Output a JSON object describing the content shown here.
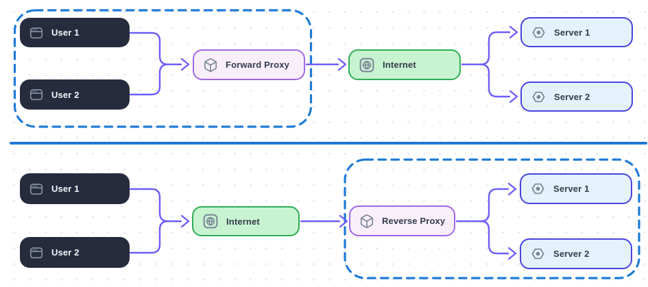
{
  "forward_proxy_diagram": {
    "user1": "User 1",
    "user2": "User 2",
    "proxy": "Forward Proxy",
    "internet": "Internet",
    "server1": "Server 1",
    "server2": "Server 2",
    "highlighted_group": "users-and-forward-proxy"
  },
  "reverse_proxy_diagram": {
    "user1": "User 1",
    "user2": "User 2",
    "internet": "Internet",
    "proxy": "Reverse Proxy",
    "server1": "Server 1",
    "server2": "Server 2",
    "highlighted_group": "reverse-proxy-and-servers"
  },
  "icons": {
    "user": "browser-window-icon",
    "proxy": "cube-icon",
    "internet": "globe-icon",
    "server": "hexagon-nut-icon"
  },
  "colors": {
    "arrow": "#6D5DFB",
    "dashed_container": "#1E7AD6",
    "divider": "#1E7AD6",
    "user_node_bg": "#262C3E",
    "user_node_text": "#F4F6F9",
    "proxy_bg": "#F9EFFB",
    "proxy_border": "#A266E3",
    "internet_bg": "#C8F3D0",
    "internet_border": "#2FAD55",
    "server_bg": "#E4F2FB",
    "server_border": "#4843DE",
    "label_text": "#333B4D",
    "icon_on_dark": "#8992A5",
    "icon_on_light": "#7A8496"
  }
}
